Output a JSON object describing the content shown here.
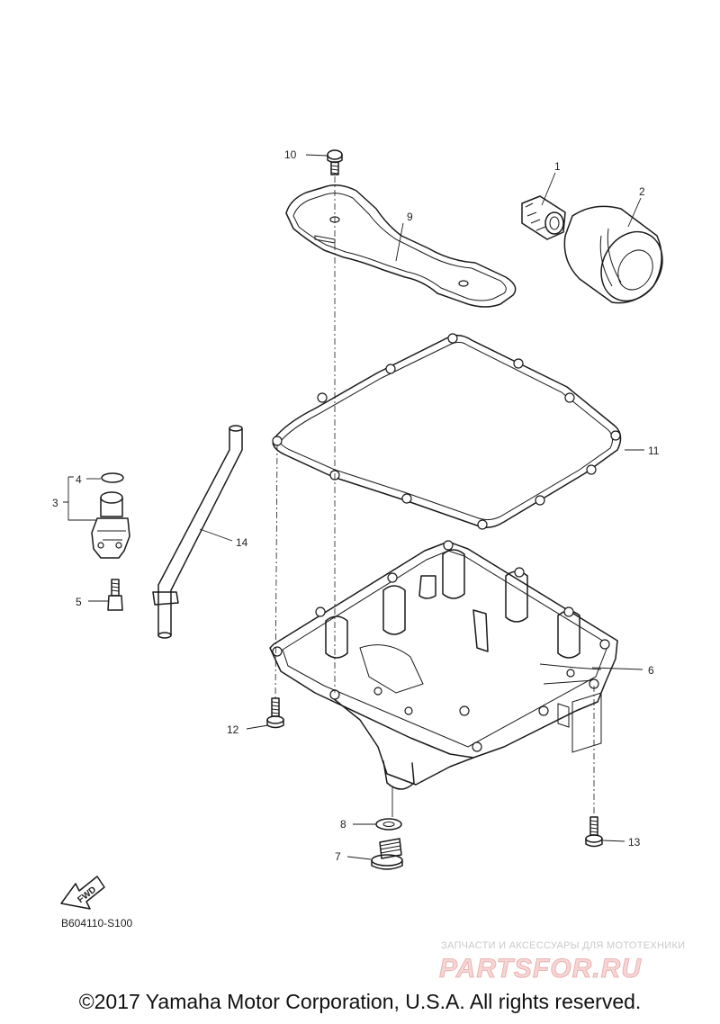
{
  "callouts": [
    {
      "id": "1",
      "text": "1"
    },
    {
      "id": "2",
      "text": "2"
    },
    {
      "id": "3",
      "text": "3"
    },
    {
      "id": "4",
      "text": "4"
    },
    {
      "id": "5",
      "text": "5"
    },
    {
      "id": "6",
      "text": "6"
    },
    {
      "id": "7",
      "text": "7"
    },
    {
      "id": "8",
      "text": "8"
    },
    {
      "id": "9",
      "text": "9"
    },
    {
      "id": "10",
      "text": "10"
    },
    {
      "id": "11",
      "text": "11"
    },
    {
      "id": "12",
      "text": "12"
    },
    {
      "id": "13",
      "text": "13"
    },
    {
      "id": "14",
      "text": "14"
    }
  ],
  "fwd_label": "FWD",
  "drawing_code": "B604110-S100",
  "watermark": {
    "tagline": "ЗАПЧАСТИ И АКСЕССУАРЫ ДЛЯ МОТОТЕХНИКИ",
    "logo_text": "PARTSFOR.RU"
  },
  "copyright": "©2017 Yamaha Motor Corporation, U.S.A. All rights reserved."
}
